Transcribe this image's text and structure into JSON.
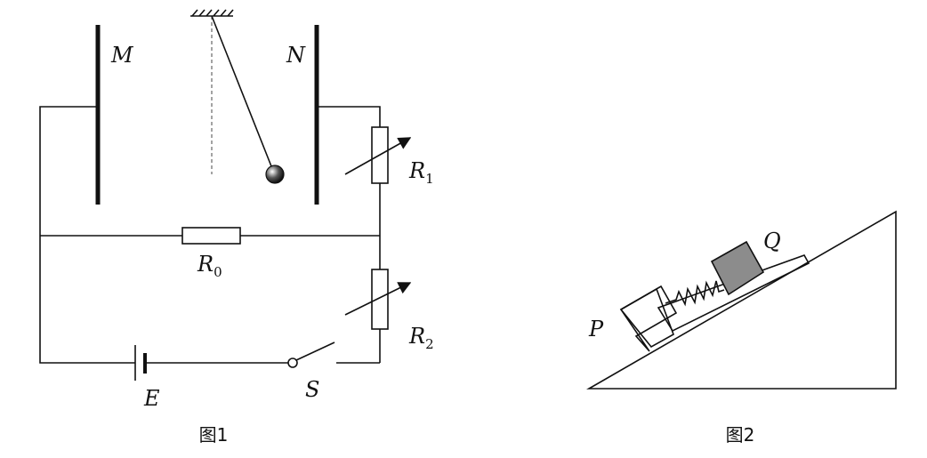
{
  "figure1": {
    "caption": "图1",
    "labels": {
      "plate_left": "M",
      "plate_right": "N",
      "resistor_1": "R",
      "resistor_1_sub": "1",
      "resistor_0": "R",
      "resistor_0_sub": "0",
      "resistor_2": "R",
      "resistor_2_sub": "2",
      "battery": "E",
      "switch": "S"
    }
  },
  "figure2": {
    "caption": "图2",
    "labels": {
      "block_p": "P",
      "block_q": "Q"
    }
  },
  "colors": {
    "line": "#111111",
    "block_q_fill": "#8c8c8c",
    "background": "#ffffff"
  }
}
